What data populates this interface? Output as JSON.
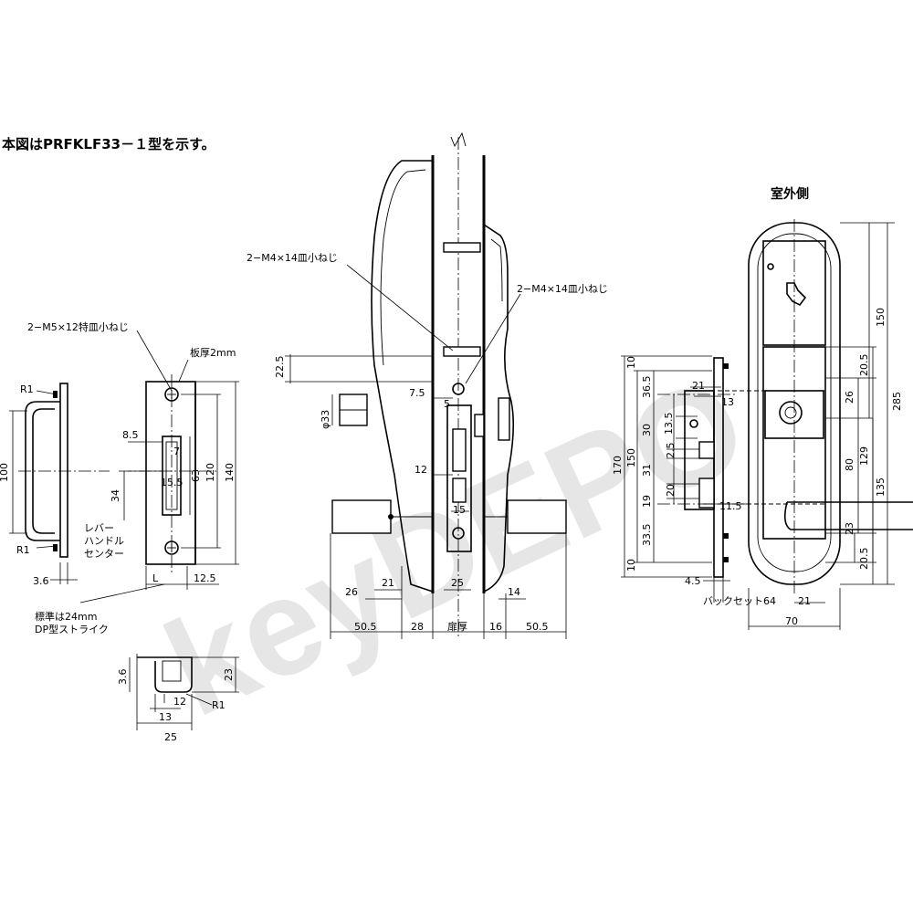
{
  "header": {
    "caption": "本図はPRFKLF33－１型を示す。"
  },
  "watermark": "keyDEPO",
  "views": {
    "outdoor_label": "室外側"
  },
  "notes": {
    "screw_m5": "2−M5×12特皿小ねじ",
    "plate_thickness": "板厚2mm",
    "screw_m4_a": "2−M4×14皿小ねじ",
    "screw_m4_b": "2−M4×14皿小ねじ",
    "lever_center_1": "レバー",
    "lever_center_2": "ハンドル",
    "lever_center_3": "センター",
    "strike_1": "標準は24mm",
    "strike_2": "DP型ストライク",
    "backset": "バックセット64"
  },
  "dims": {
    "r1_top": "R1",
    "r1_bot": "R1",
    "r1_strike": "R1",
    "d100": "100",
    "d3_6": "3.6",
    "d3_6b": "3.6",
    "d8_5": "8.5",
    "d7": "7",
    "d34": "34",
    "d15_5": "15.5",
    "d63": "63",
    "d120": "120",
    "d140": "140",
    "dL": "L",
    "d12_5": "12.5",
    "d23": "23",
    "d12": "12",
    "d13": "13",
    "d25": "25",
    "d22_5": "22.5",
    "phi33": "φ33",
    "d7_5": "7.5",
    "d5": "5",
    "d12b": "12",
    "d15": "15",
    "d26": "26",
    "d21": "21",
    "d25b": "25",
    "d14": "14",
    "b50_5a": "50.5",
    "b28": "28",
    "b_door": "扉厚",
    "b16": "16",
    "b50_5b": "50.5",
    "r10a": "10",
    "r36_5": "36.5",
    "r21": "21",
    "r13": "13",
    "r13_5": "13.5",
    "r30": "30",
    "r2_5": "2.5",
    "r31": "31",
    "r20": "20",
    "r19": "19",
    "r11_5": "11.5",
    "r33_5": "33.5",
    "r10b": "10",
    "r170": "170",
    "r150": "150",
    "r4_5": "4.5",
    "p150": "150",
    "p20_5a": "20.5",
    "p26": "26",
    "p285": "285",
    "p80": "80",
    "p129": "129",
    "p135": "135",
    "p23": "23",
    "p20_5b": "20.5",
    "p21": "21",
    "p70": "70"
  }
}
